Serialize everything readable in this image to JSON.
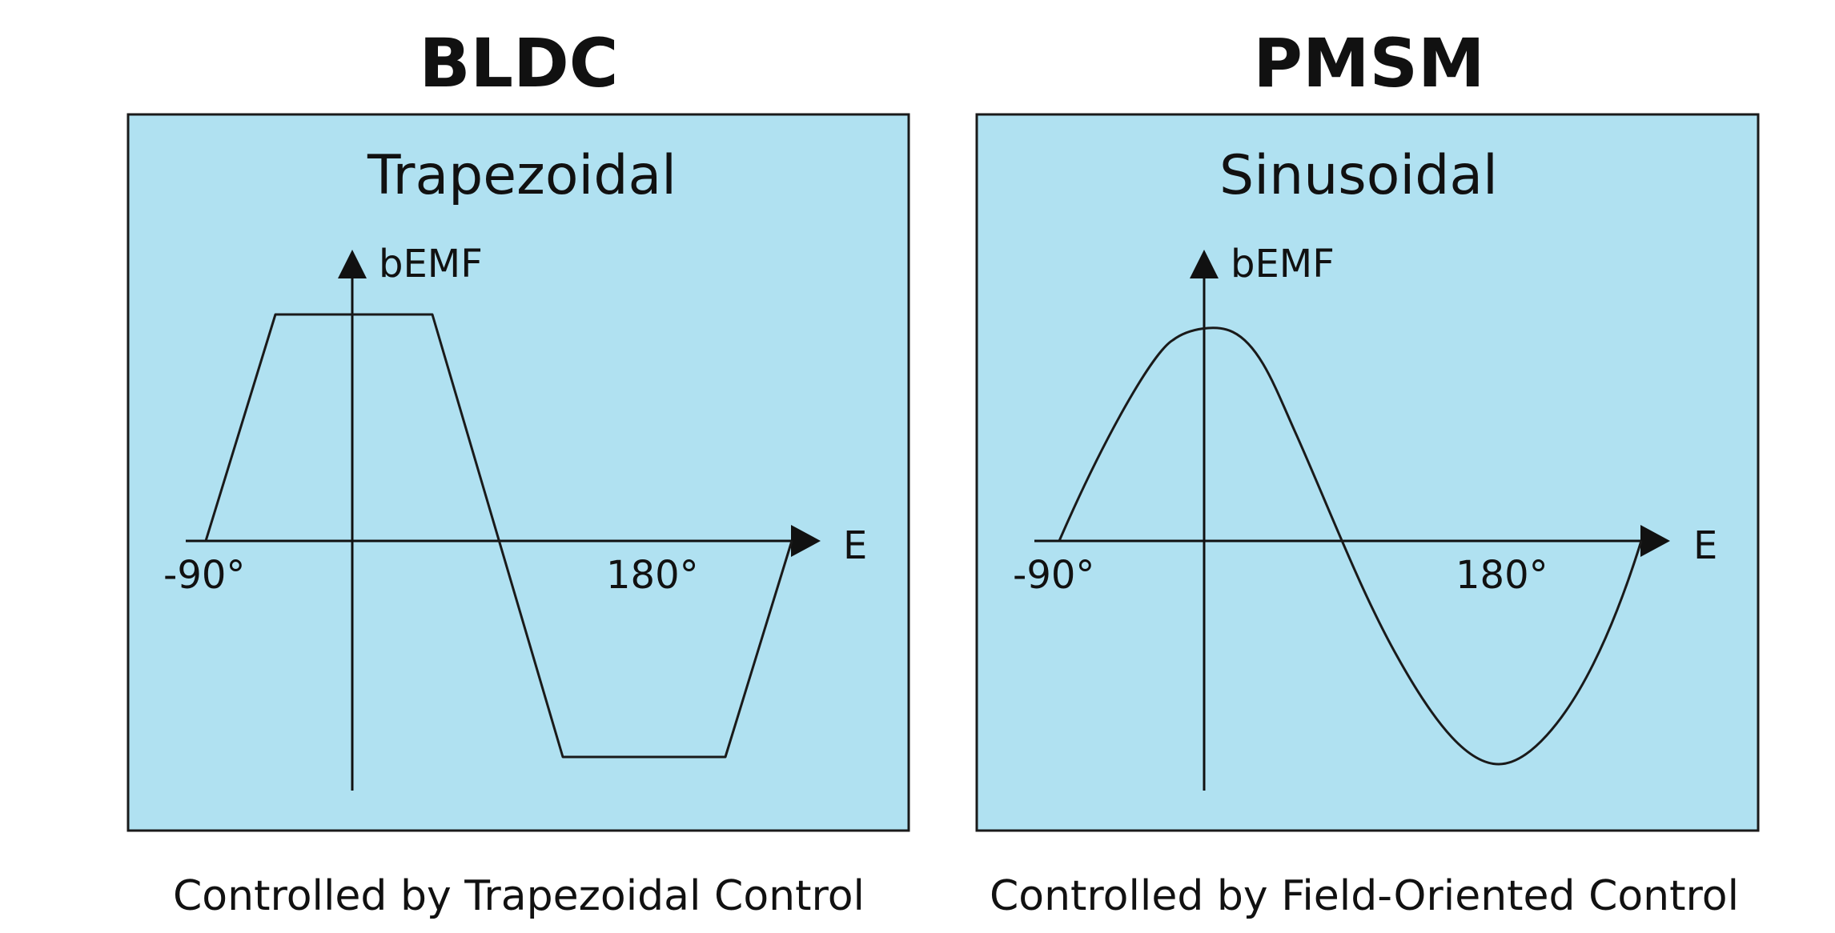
{
  "colors": {
    "panel_fill": "#b0e1f1",
    "panel_stroke": "#1a1a1a",
    "text": "#111111",
    "background": "#ffffff"
  },
  "left": {
    "title": "BLDC",
    "waveform_name": "Trapezoidal",
    "y_axis_label": "bEMF",
    "x_axis_label": "E",
    "tick_left": "-90°",
    "tick_right": "180°",
    "caption": "Controlled by Trapezoidal Control"
  },
  "right": {
    "title": "PMSM",
    "waveform_name": "Sinusoidal",
    "y_axis_label": "bEMF",
    "x_axis_label": "E",
    "tick_left": "-90°",
    "tick_right": "180°",
    "caption": "Controlled by Field-Oriented Control"
  }
}
